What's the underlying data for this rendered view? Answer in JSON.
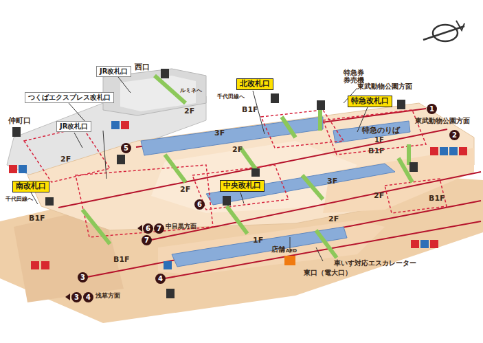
{
  "diagram": {
    "nodes": [
      {
        "text": [
          "JR改札口"
        ]
      },
      {
        "text": [
          "つくばエクスプレス改札口"
        ]
      },
      {
        "text": [
          "北改札口"
        ]
      },
      {
        "text": [
          "特急改札口"
        ]
      },
      {
        "text": [
          "JR改札口"
        ]
      },
      {
        "text": [
          "中央改札口"
        ]
      },
      {
        "text": [
          "南改札口"
        ]
      }
    ],
    "labels": [
      "西口",
      "ルミネへ",
      "千代田線へ",
      "特急券 券売機",
      "東武動物公園方面",
      "1",
      "東武動物公園方面",
      "2",
      "特急のりば",
      "仲町口",
      "2F",
      "千代田線へ",
      "B1F",
      "2F",
      "B1F",
      "3F",
      "5",
      "2F",
      "2F",
      "6",
      "3F",
      "B1F",
      "1F",
      "2F",
      "B1F",
      "6",
      "7",
      "中目黒方面",
      "7",
      "1F",
      "店舗",
      "2F",
      "AED",
      "車いす対応エスカレーター",
      "東口（電大口）",
      "B1F",
      "3",
      "4",
      "3",
      "4",
      "浅草方面"
    ]
  }
}
